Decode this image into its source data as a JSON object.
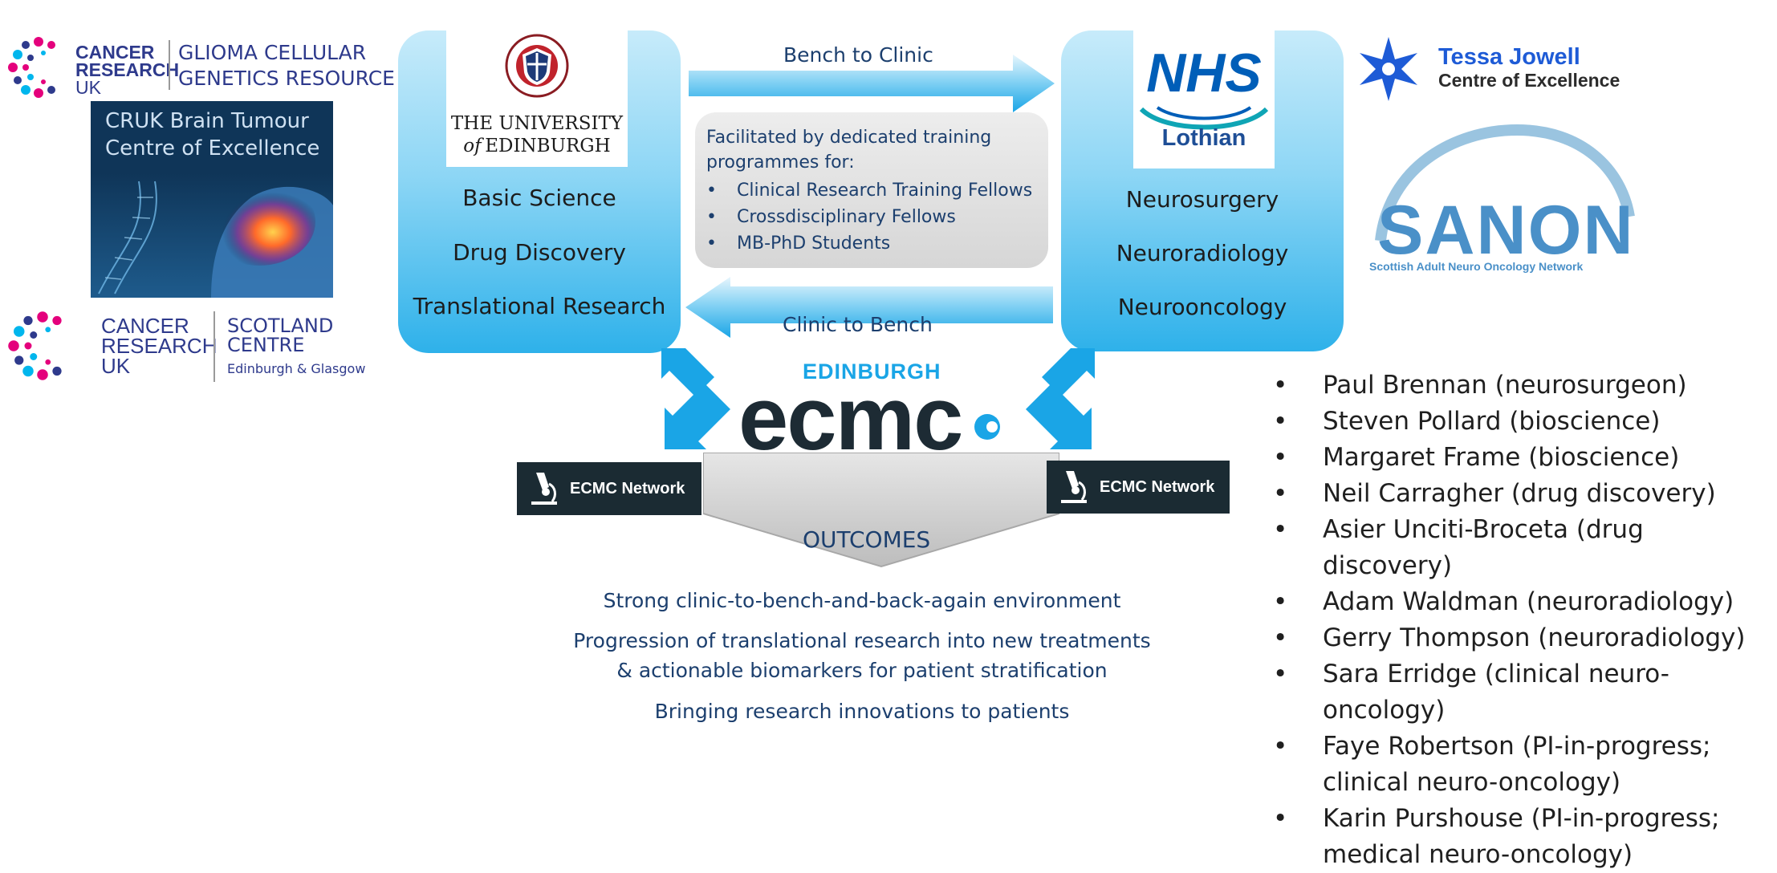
{
  "left_logos": {
    "cruk_top": {
      "line1": "CANCER",
      "line2": "RESEARCH",
      "line3": "UK"
    },
    "glioma": {
      "line1": "GLIOMA CELLULAR",
      "line2": "GENETICS RESOURCE"
    },
    "cruk_centre": {
      "line1": "CRUK Brain Tumour",
      "line2": "Centre of Excellence"
    },
    "cruk_bottom": {
      "line1": "CANCER",
      "line2": "RESEARCH",
      "line3": "UK"
    },
    "scotland": {
      "line1": "SCOTLAND",
      "line2": "CENTRE",
      "line3": "Edinburgh & Glasgow"
    }
  },
  "university_panel": {
    "logo_line1": "THE UNIVERSITY",
    "logo_line2_prefix": "of",
    "logo_line2": "EDINBURGH",
    "items": [
      "Basic Science",
      "Drug Discovery",
      "Translational Research"
    ]
  },
  "nhs_panel": {
    "logo_text": "NHS",
    "logo_sub": "Lothian",
    "items": [
      "Neurosurgery",
      "Neuroradiology",
      "Neurooncology"
    ]
  },
  "arrows": {
    "top_label": "Bench to Clinic",
    "bottom_label": "Clinic to Bench"
  },
  "training": {
    "heading_line1": "Facilitated by dedicated training",
    "heading_line2": "programmes for:",
    "items": [
      "Clinical Research Training Fellows",
      "Crossdisciplinary Fellows",
      "MB-PhD Students"
    ]
  },
  "ecmc": {
    "city": "EDINBURGH",
    "name": "ecmc",
    "network_left": "ECMC Network",
    "network_right": "ECMC Network",
    "outcomes_label": "OUTCOMES"
  },
  "outcomes": {
    "line1": "Strong clinic-to-bench-and-back-again environment",
    "line2": "Progression of translational research into new treatments",
    "line3": "& actionable biomarkers for patient stratification",
    "line4": "Bringing research innovations to patients"
  },
  "right_logos": {
    "tessa_line1": "Tessa Jowell",
    "tessa_line2": "Centre of Excellence",
    "sanon": "SANON",
    "sanon_sub": "Scottish Adult Neuro Oncology Network"
  },
  "people": [
    {
      "line1": "Paul Brennan (neurosurgeon)",
      "line2": ""
    },
    {
      "line1": "Steven Pollard (bioscience)",
      "line2": ""
    },
    {
      "line1": "Margaret Frame (bioscience)",
      "line2": ""
    },
    {
      "line1": "Neil Carragher (drug discovery)",
      "line2": ""
    },
    {
      "line1": "Asier Unciti-Broceta (drug discovery)",
      "line2": ""
    },
    {
      "line1": "Adam Waldman (neuroradiology)",
      "line2": ""
    },
    {
      "line1": "Gerry Thompson (neuroradiology)",
      "line2": ""
    },
    {
      "line1": "Sara Erridge (clinical neuro-oncology)",
      "line2": ""
    },
    {
      "line1": "Faye Robertson (PI-in-progress;",
      "line2": "clinical neuro-oncology)"
    },
    {
      "line1": "Karin Purshouse (PI-in-progress;",
      "line2": "medical neuro-oncology)"
    }
  ],
  "bullet": "•",
  "colors": {
    "panel_blue": "#2eb1ea",
    "arrow_blue": "#1aa5e6",
    "navy_text": "#1c3f6e",
    "ecmc_dark": "#1b2b33",
    "nhs_blue": "#005eb8",
    "sanon_blue": "#4a90c8"
  }
}
